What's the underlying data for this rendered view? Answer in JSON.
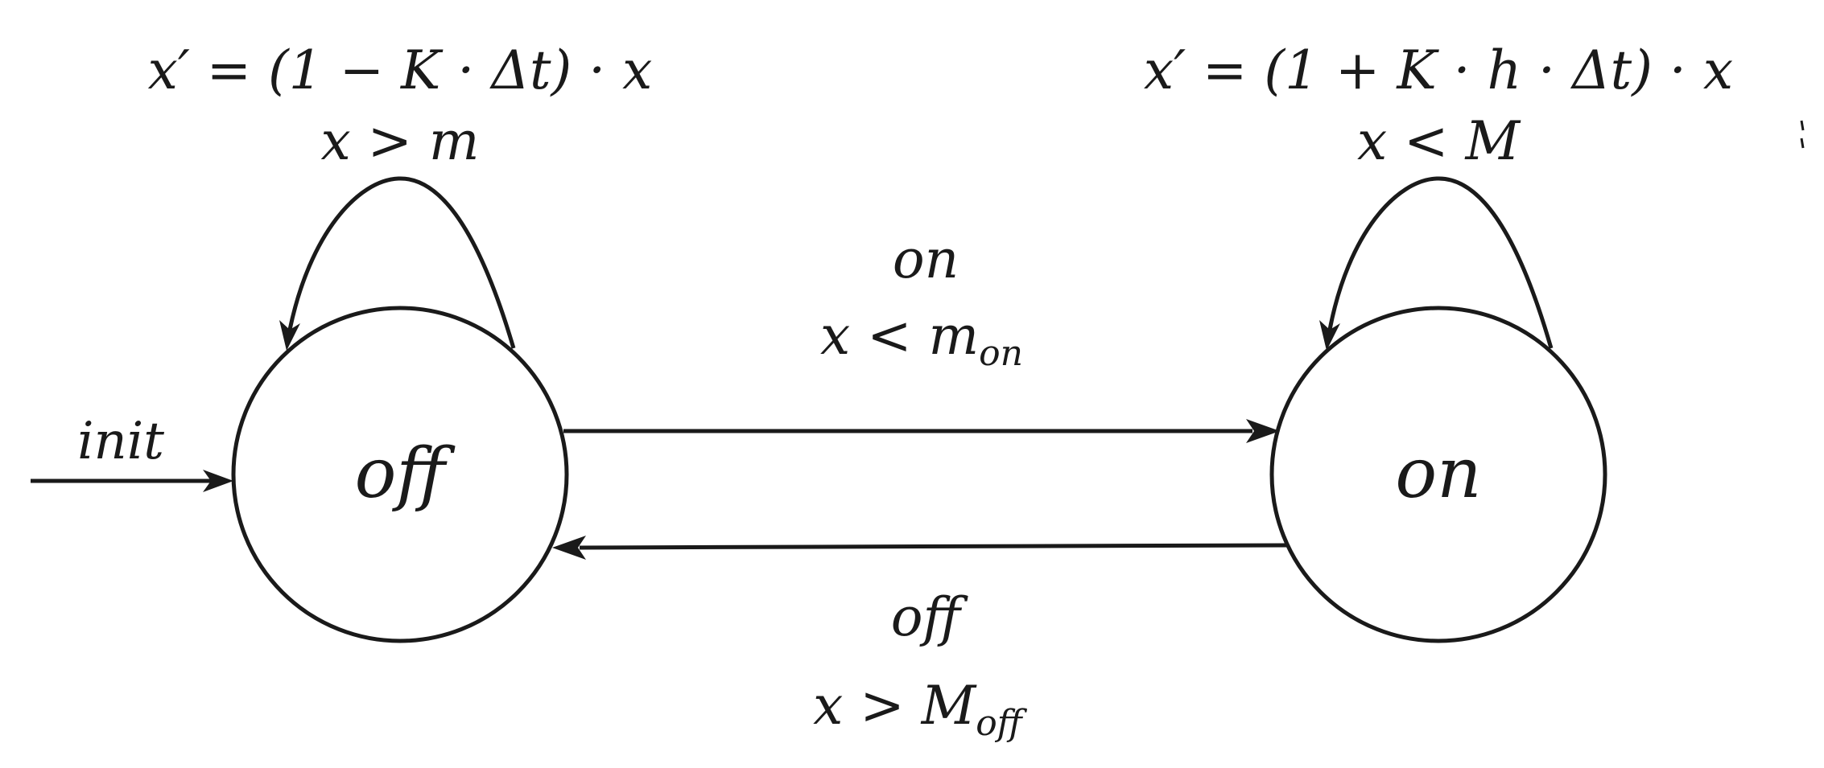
{
  "states": {
    "off": {
      "label": "off"
    },
    "on": {
      "label": "on"
    }
  },
  "initial": {
    "label": "init"
  },
  "self_loops": {
    "off": {
      "update": "x′ = (1 − K · Δt) · x",
      "guard": "x > m"
    },
    "on": {
      "update": "x′ = (1 + K · h · Δt) · x",
      "guard": "x < M"
    }
  },
  "transitions": {
    "off_to_on": {
      "event": "on",
      "guard_base": "x < m",
      "guard_sub": "on"
    },
    "on_to_off": {
      "event": "off",
      "guard_base": "x > M",
      "guard_sub": "off"
    }
  },
  "colors": {
    "stroke": "#1a1a1a",
    "background": "#ffffff"
  }
}
